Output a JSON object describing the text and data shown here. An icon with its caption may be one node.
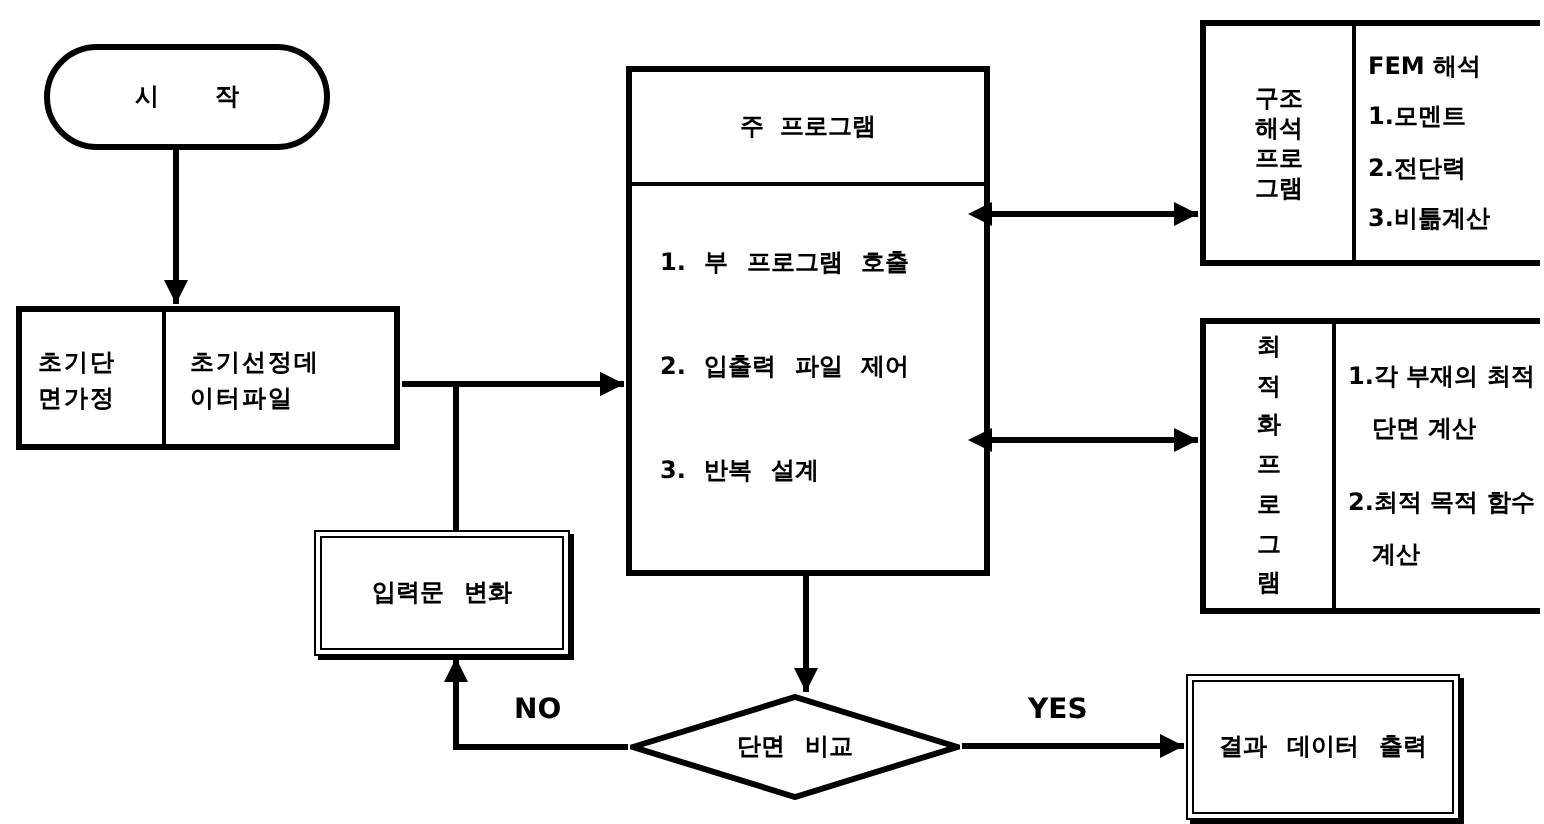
{
  "diagram": {
    "nodes": [
      {
        "text": [
          "시 작"
        ]
      },
      {
        "text": [
          "초기단면가정",
          "초기선정데이터파일"
        ]
      },
      {
        "text": [
          "주 프로그램",
          "1. 부 프로그램 호출",
          "2. 입출력 파일 제어",
          "3. 반복 설계"
        ]
      },
      {
        "text": [
          "구조해석프로그램",
          "FEM 해석",
          "1.모멘트",
          "2.전단력",
          "3.비틂계산"
        ]
      },
      {
        "text": [
          "최적화프로그램",
          "1.각 부재의 최적 단면 계산",
          "2.최적 목적 함수 계산"
        ]
      },
      {
        "text": [
          "입력문 변화"
        ]
      },
      {
        "text": [
          "단면 비교"
        ]
      },
      {
        "text": [
          "결과 데이터 출력"
        ]
      }
    ],
    "edges": [
      {
        "from": 0,
        "to": 1,
        "arrow": "to"
      },
      {
        "from": 1,
        "to": 2,
        "arrow": "to"
      },
      {
        "from": 5,
        "to": 2,
        "arrow": "to"
      },
      {
        "from": 2,
        "to": 3,
        "arrow": "both"
      },
      {
        "from": 2,
        "to": 4,
        "arrow": "both"
      },
      {
        "from": 2,
        "to": 6,
        "arrow": "to"
      },
      {
        "from": 6,
        "to": 5,
        "arrow": "to",
        "label": "NO"
      },
      {
        "from": 6,
        "to": 7,
        "arrow": "to",
        "label": "YES"
      }
    ]
  }
}
